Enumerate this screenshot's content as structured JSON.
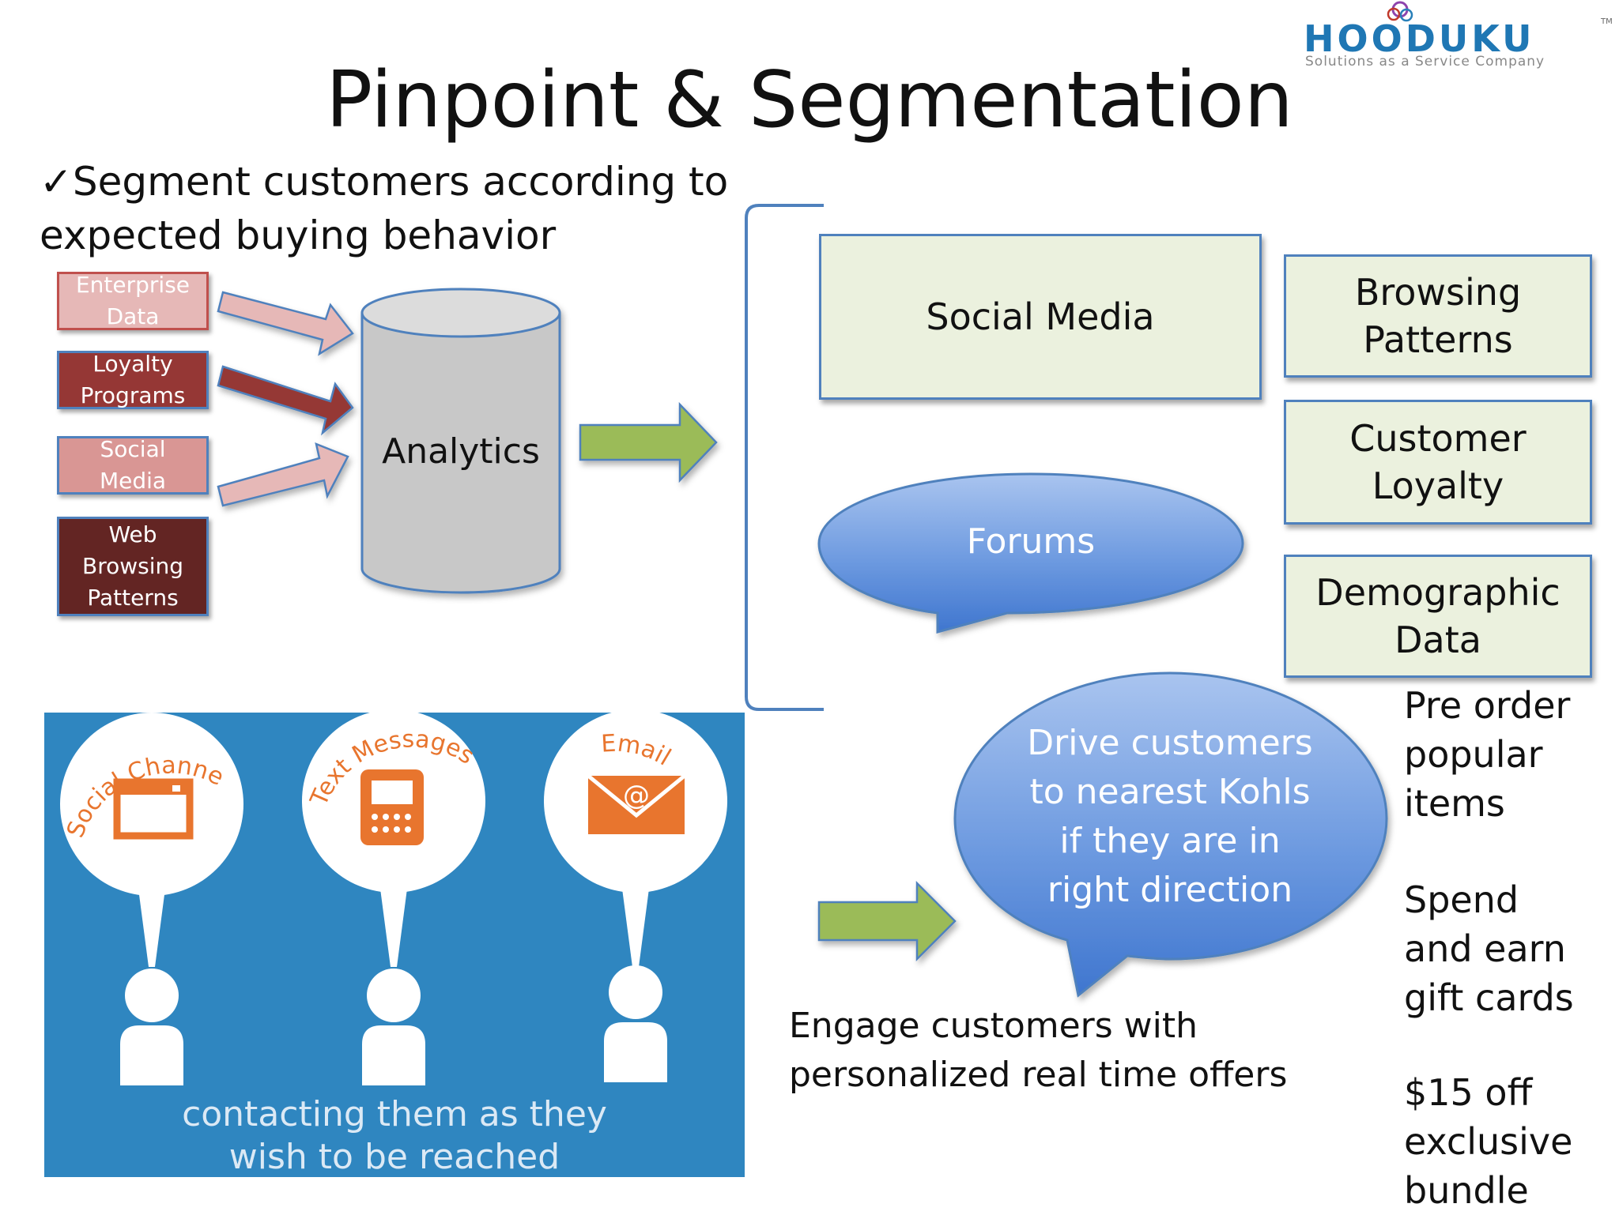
{
  "logo": {
    "name": "HOODUKU",
    "tagline": "Solutions as a Service Company",
    "tm": "TM"
  },
  "title": "Pinpoint & Segmentation",
  "subtitle": {
    "check": "✓",
    "text": "Segment customers according to expected buying behavior"
  },
  "sources": [
    {
      "label": "Enterprise Data",
      "lines": [
        "Enterprise",
        "Data"
      ],
      "color": "#e6b8b7"
    },
    {
      "label": "Loyalty Programs",
      "lines": [
        "Loyalty",
        "Programs"
      ],
      "color": "#953735"
    },
    {
      "label": "Social Media",
      "lines": [
        "Social",
        "Media"
      ],
      "color": "#d99694"
    },
    {
      "label": "Web Browsing Patterns",
      "lines": [
        "Web",
        "Browsing",
        "Patterns"
      ],
      "color": "#632523"
    }
  ],
  "analytics": "Analytics",
  "segments": {
    "social_media": "Social Media",
    "forums": "Forums",
    "browsing_patterns": [
      "Browsing",
      "Patterns"
    ],
    "customer_loyalty": [
      "Customer",
      "Loyalty"
    ],
    "demographic_data": [
      "Demographic",
      "Data"
    ]
  },
  "drive_bubble": [
    "Drive customers",
    "to nearest Kohls",
    "if they are in",
    "right direction"
  ],
  "engage_text": [
    "Engage customers with",
    "personalized real time offers"
  ],
  "offers": [
    [
      "Pre order",
      "popular",
      "items"
    ],
    [
      "Spend",
      "and earn",
      "gift cards"
    ],
    [
      "$15 off",
      "exclusive",
      "bundle"
    ]
  ],
  "channels": {
    "labels": [
      "Social Channels",
      "Text Messages",
      "Email"
    ],
    "icons": [
      "browser-window-icon",
      "mobile-phone-icon",
      "envelope-icon"
    ],
    "caption": [
      "contacting them as they",
      "wish to be reached"
    ]
  },
  "colors": {
    "green_arrow": "#9bbb59",
    "blue_bubble": "#4f81bd",
    "box_fill": "#ebf1de",
    "panel_blue": "#2f86c0",
    "icon_orange": "#e8752e"
  }
}
